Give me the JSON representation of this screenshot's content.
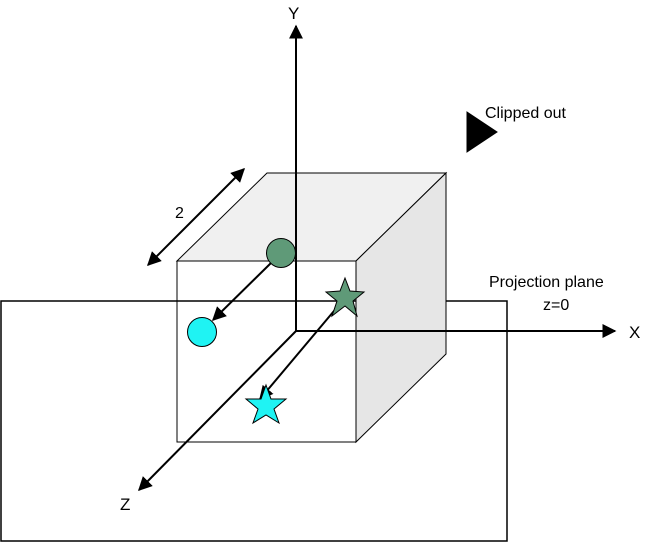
{
  "diagram": {
    "axes": {
      "y_label": "Y",
      "x_label": "X",
      "z_label": "Z"
    },
    "dimension_label": "2",
    "clipped_label": "Clipped out",
    "plane_label_line1": "Projection plane",
    "plane_label_line2": "z=0"
  },
  "colors": {
    "line": "#000000",
    "cube_front": "#ffffff",
    "cube_top": "#f0f0f0",
    "cube_side": "#e6e6e6",
    "original_marker": "#5f9a78",
    "projected_marker": "#1ff3f3",
    "clipped_marker": "#000000"
  },
  "icons": {
    "original_circle": "circle",
    "original_star": "star",
    "projected_circle": "circle",
    "projected_star": "star",
    "clipped": "triangle-right"
  }
}
